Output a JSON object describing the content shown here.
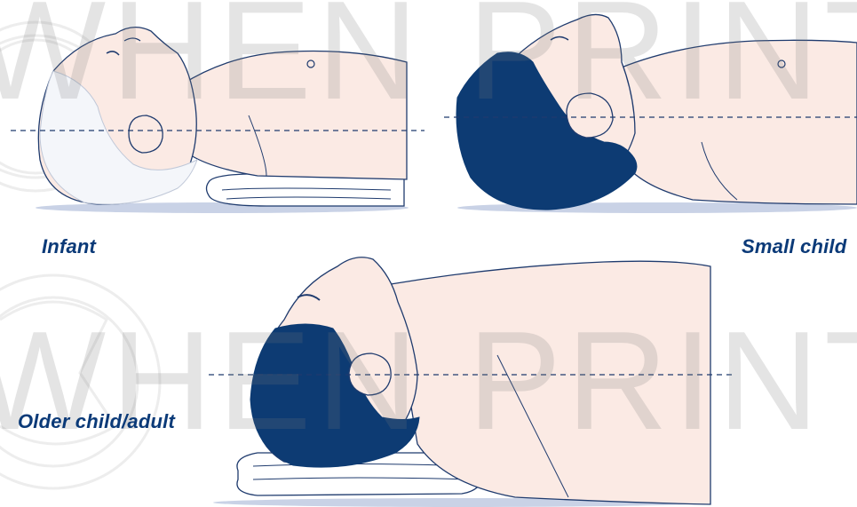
{
  "labels": {
    "infant": "Infant",
    "small_child": "Small child",
    "older_child_adult": "Older child/adult"
  },
  "watermark": {
    "line1": "WHEN PRINTI",
    "line2": "WHEN PRINTI"
  },
  "colors": {
    "skin": "#fbeae4",
    "skin_shadow": "#f2d3cb",
    "outline": "#1f3b6e",
    "hair_dark": "#0d3b73",
    "hair_light": "#f4f6fa",
    "towel": "#ffffff",
    "floor_shadow": "#c9d2e6",
    "label": "#0b3a78",
    "guide_line": "#1f3b6e"
  }
}
